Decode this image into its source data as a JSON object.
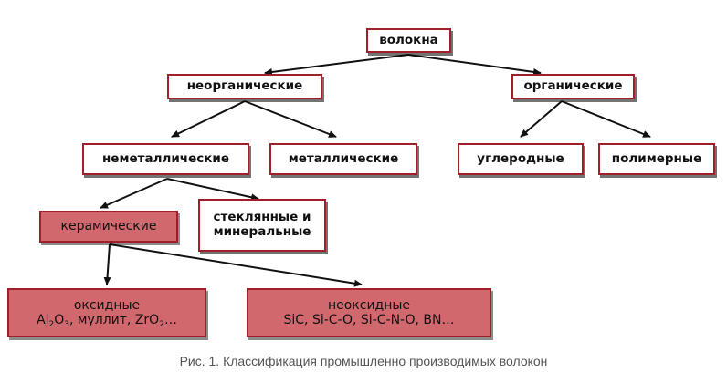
{
  "nodes": {
    "root": "волокна",
    "inorganic": "неорганические",
    "organic": "органические",
    "nonmetallic": "неметаллические",
    "metallic": "металлические",
    "carbon": "углеродные",
    "polymer": "полимерные",
    "ceramic": "керамические",
    "glass_line1": "стеклянные и",
    "glass_line2": "минеральные",
    "oxide_line1": "оксидные",
    "oxide_line2": {
      "al": "Al",
      "al_sub": "2",
      "o": "O",
      "o_sub": "3",
      "mid": ", муллит, ZrO",
      "zr_sub": "2",
      "end": "…"
    },
    "nonoxide_line1": "неоксидные",
    "nonoxide_line2": "SiC, Si-C-O, Si-C-N-O, BN…"
  },
  "caption": "Рис. 1. Классификация промышленно производимых волокон",
  "colors": {
    "border": "#a11f2a",
    "filled": "#d0686d"
  }
}
